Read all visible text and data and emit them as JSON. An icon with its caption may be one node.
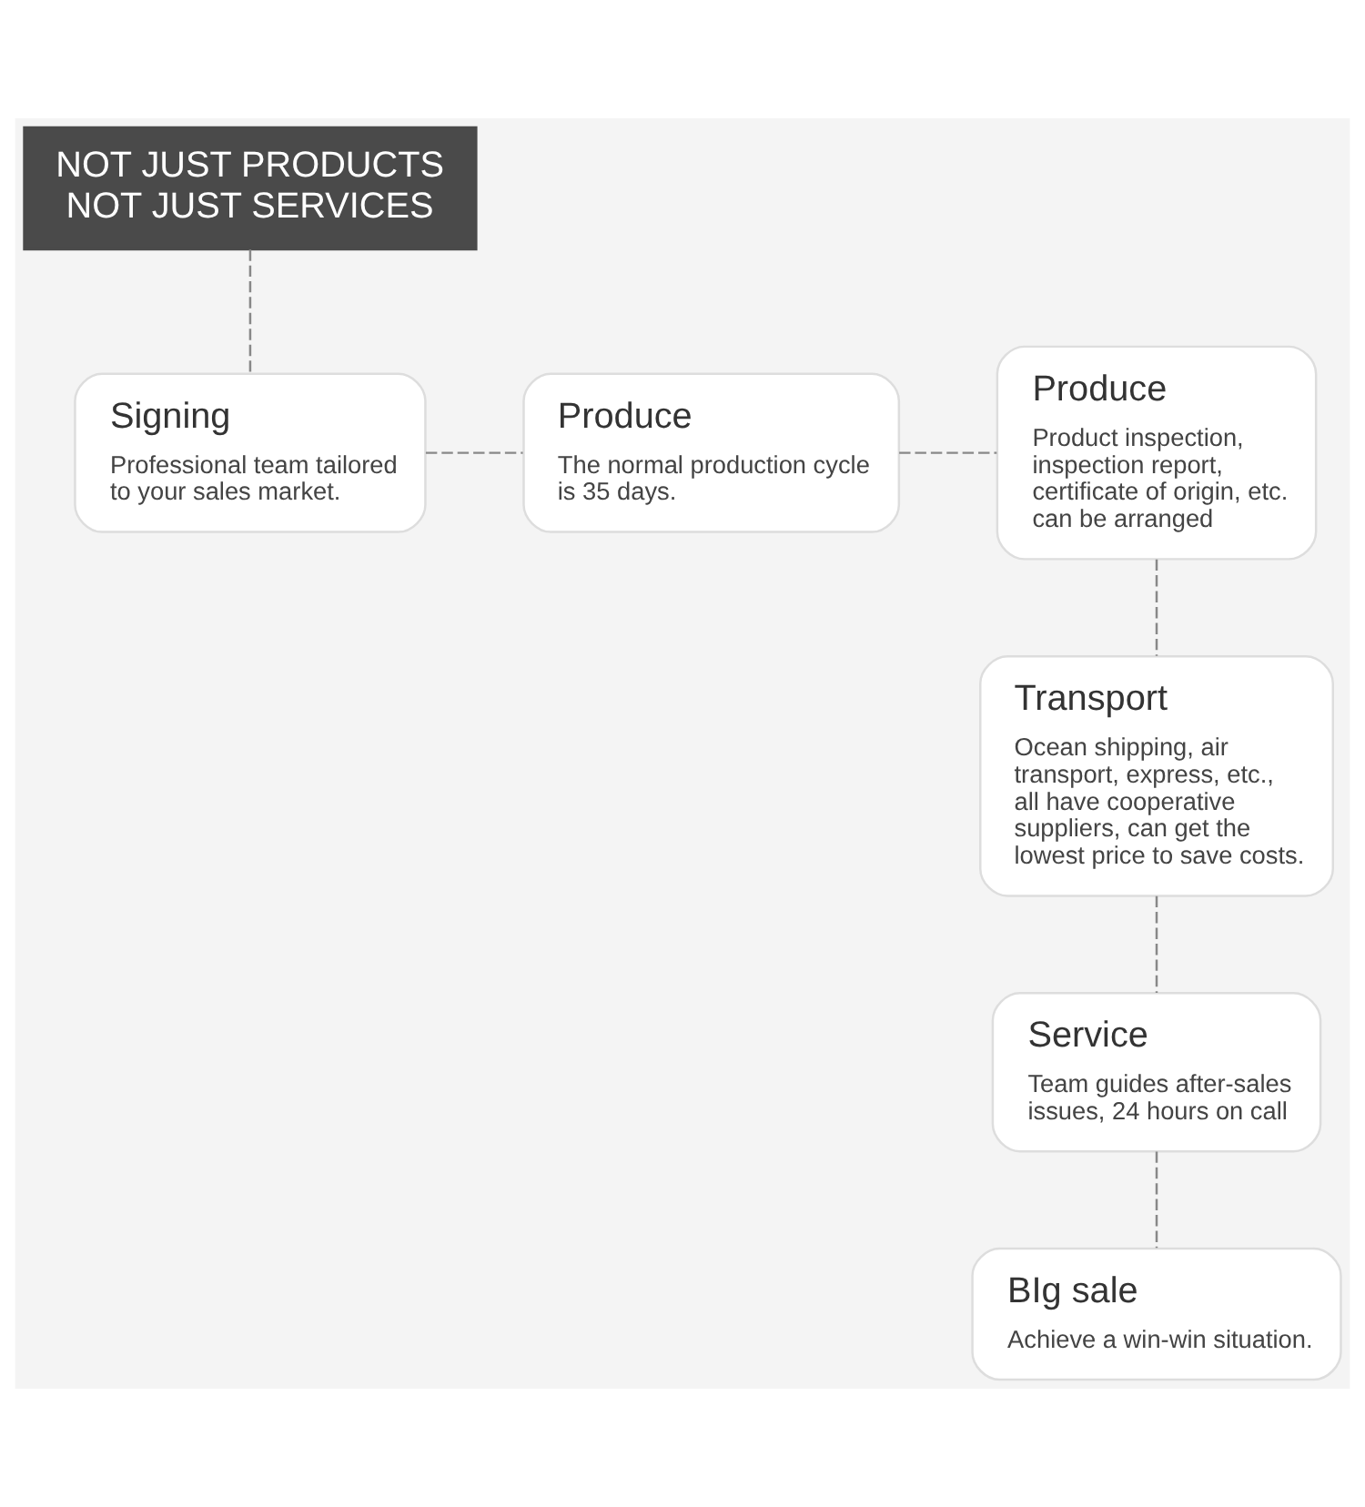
{
  "diagram": {
    "nodes": [
      {
        "text": [
          "NOT JUST PRODUCTS NOT JUST SERVICES"
        ]
      },
      {
        "text": [
          "Signing",
          "Professional team tailored to your sales market."
        ]
      },
      {
        "text": [
          "Produce",
          "The normal production cycle is 35 days."
        ]
      },
      {
        "text": [
          "Produce",
          "Product inspection, inspection report, certificate of origin, etc. can be arranged"
        ]
      },
      {
        "text": [
          "Transport",
          "Ocean shipping, air transport, express, etc., all have cooperative suppliers, can get the lowest price to save costs."
        ]
      },
      {
        "text": [
          "Service",
          "Team guides after-sales issues, 24 hours on call"
        ]
      },
      {
        "text": [
          "BIg sale",
          "Achieve a win-win situation."
        ]
      }
    ],
    "edges": [
      {
        "from": 0,
        "to": 1,
        "arrow": "none",
        "style": "dashed"
      },
      {
        "from": 1,
        "to": 2,
        "arrow": "none",
        "style": "dashed"
      },
      {
        "from": 2,
        "to": 3,
        "arrow": "none",
        "style": "dashed"
      },
      {
        "from": 3,
        "to": 4,
        "arrow": "none",
        "style": "dashed"
      },
      {
        "from": 4,
        "to": 5,
        "arrow": "none",
        "style": "dashed"
      },
      {
        "from": 5,
        "to": 6,
        "arrow": "none",
        "style": "dashed"
      }
    ]
  }
}
